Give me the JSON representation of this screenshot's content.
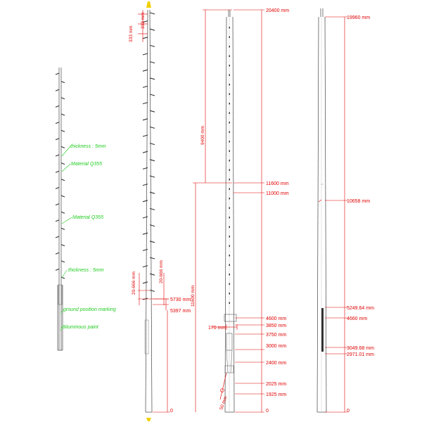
{
  "notes": {
    "thickness_top": "thickness : 5mm",
    "material_top": "Material Q355",
    "material_mid": "Material Q355",
    "thickness_bottom": "thickness : 5mm",
    "ground_marking": "ground position marking",
    "bituminous": "Bituminous paint"
  },
  "view2": {
    "dim_333_a": "333 mm",
    "dim_333_b": "333 mm",
    "dim_20_666_a": "20-666 mm",
    "dim_20_666_b": "20-666 mm",
    "level_5730": "5730 mm",
    "level_5397": "5397 mm",
    "level_0": "0"
  },
  "view3": {
    "level_20400": "20400 mm",
    "dim_9400": "9400 mm",
    "level_11600": "11600 mm",
    "level_11000": "11000 mm",
    "dim_11600": "11600 mm",
    "level_4600": "4600 mm",
    "level_3850": "3850 mm",
    "dim_170": "170 mm",
    "level_3750": "3750 mm",
    "level_3000": "3000 mm",
    "level_2400": "2400 mm",
    "level_2025": "2025 mm",
    "level_1925": "1925 mm",
    "dim_50": "50 mm",
    "level_0": "0"
  },
  "view4": {
    "level_19960": "19960 mm",
    "level_10658": "10658 mm",
    "level_5249": "5249.64 mm",
    "level_4660": "4660 mm",
    "level_3049": "3049.68 mm",
    "level_2971": "2971.01 mm",
    "level_0": "0"
  },
  "colors": {
    "dimension": "#e00000",
    "annotation": "#22cc22",
    "outline": "#444444",
    "marker": "#f0d000"
  }
}
